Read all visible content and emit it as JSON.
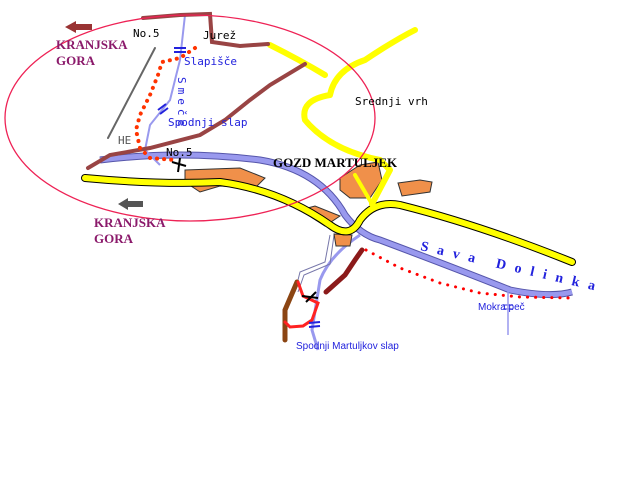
{
  "labels": {
    "road_no5_top": "No.5",
    "jurez": "Jurež",
    "kranjska_gora_top_1": "KRANJSKA",
    "kranjska_gora_top_2": "GORA",
    "slapisce": "Slapišče",
    "stream_name": "Smeče",
    "spodnji_slap": "Spodnji slap",
    "he": "HE",
    "road_no5_bottom": "No.5",
    "gozd_martuljek": "GOZD MARTULJEK",
    "srednji_vrh": "Srednji vrh",
    "kranjska_gora_bottom_1": "KRANJSKA",
    "kranjska_gora_bottom_2": "GORA",
    "sava_dolinka": "Sava Dolinka",
    "mokra_pec": "Mokra peč",
    "spodnji_martuljkov_slap": "Spodnji Martuljkov slap"
  },
  "colors": {
    "road": "#ffff00",
    "river": "#9999ee",
    "trail": "#994444",
    "dotted_path": "#ff0000",
    "settlement": "#f0904a",
    "circle": "#ee2255"
  }
}
